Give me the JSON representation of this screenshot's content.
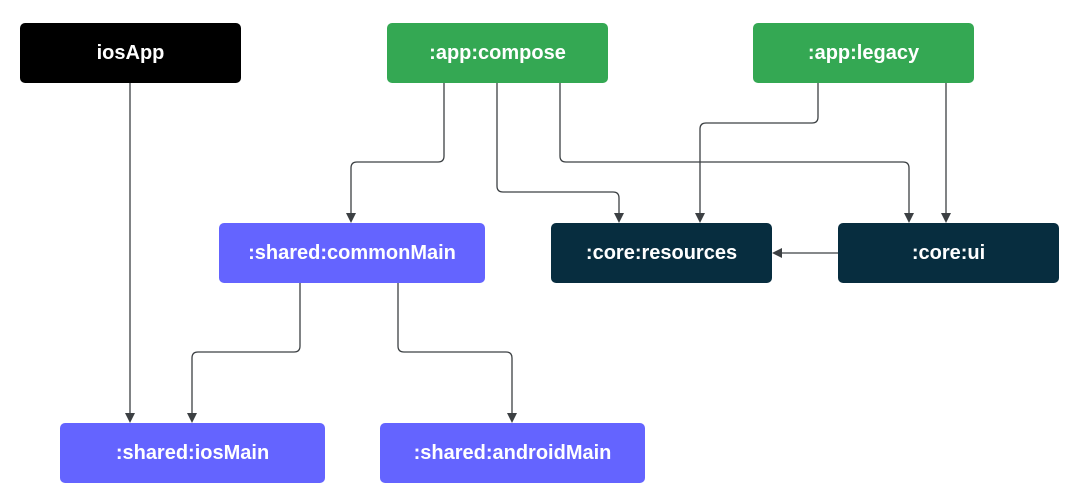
{
  "colors": {
    "app_black": "#000000",
    "app_green": "#34A853",
    "shared_purple": "#6464FF",
    "core_navy": "#072D3F",
    "edge": "#3C4043",
    "text": "#FFFFFF"
  },
  "nodes": {
    "iosApp": {
      "label": "iosApp",
      "color": "#000000"
    },
    "app_compose": {
      "label": ":app:compose",
      "color": "#34A853"
    },
    "app_legacy": {
      "label": ":app:legacy",
      "color": "#34A853"
    },
    "shared_commonMain": {
      "label": ":shared:commonMain",
      "color": "#6464FF"
    },
    "core_resources": {
      "label": ":core:resources",
      "color": "#072D3F"
    },
    "core_ui": {
      "label": ":core:ui",
      "color": "#072D3F"
    },
    "shared_iosMain": {
      "label": ":shared:iosMain",
      "color": "#6464FF"
    },
    "shared_androidMain": {
      "label": ":shared:androidMain",
      "color": "#6464FF"
    }
  },
  "edges": [
    {
      "from": "iosApp",
      "to": "shared_iosMain"
    },
    {
      "from": "app_compose",
      "to": "shared_commonMain"
    },
    {
      "from": "app_compose",
      "to": "core_resources"
    },
    {
      "from": "app_compose",
      "to": "core_ui"
    },
    {
      "from": "app_legacy",
      "to": "core_resources"
    },
    {
      "from": "app_legacy",
      "to": "core_ui"
    },
    {
      "from": "core_ui",
      "to": "core_resources"
    },
    {
      "from": "shared_commonMain",
      "to": "shared_iosMain"
    },
    {
      "from": "shared_commonMain",
      "to": "shared_androidMain"
    }
  ]
}
